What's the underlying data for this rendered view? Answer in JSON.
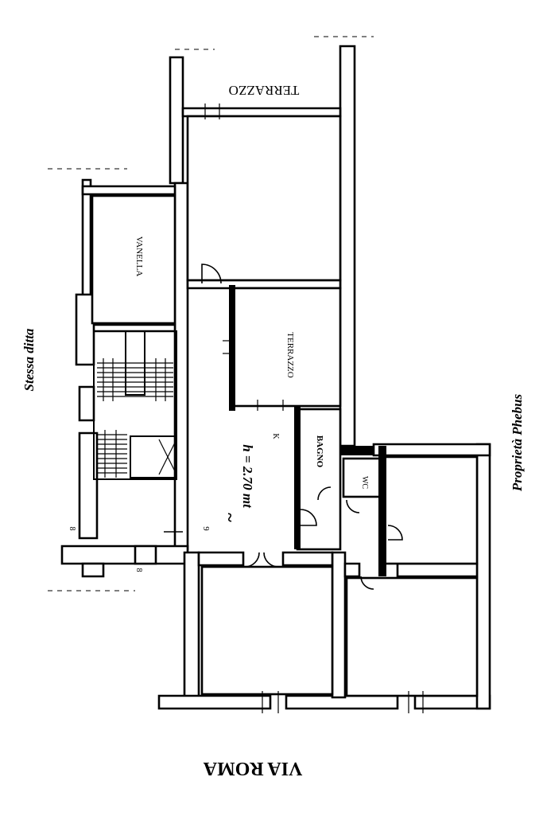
{
  "rooms": {
    "terrazzo_top": "TERRAZZO",
    "vanella": "VANELLA",
    "terrazzo_mid": "TERRAZZO",
    "bagno": "BAGNO",
    "wc": "WC",
    "kitchen_mark": "K"
  },
  "height_note": "h = 2.70 mt",
  "height_tilde": "~",
  "marks": {
    "nine": "9",
    "eight_a": "8",
    "eight_b": "8"
  },
  "neighbors": {
    "left": "Stessa ditta",
    "right": "Proprietà Phebus"
  },
  "street": "VIA ROMA"
}
